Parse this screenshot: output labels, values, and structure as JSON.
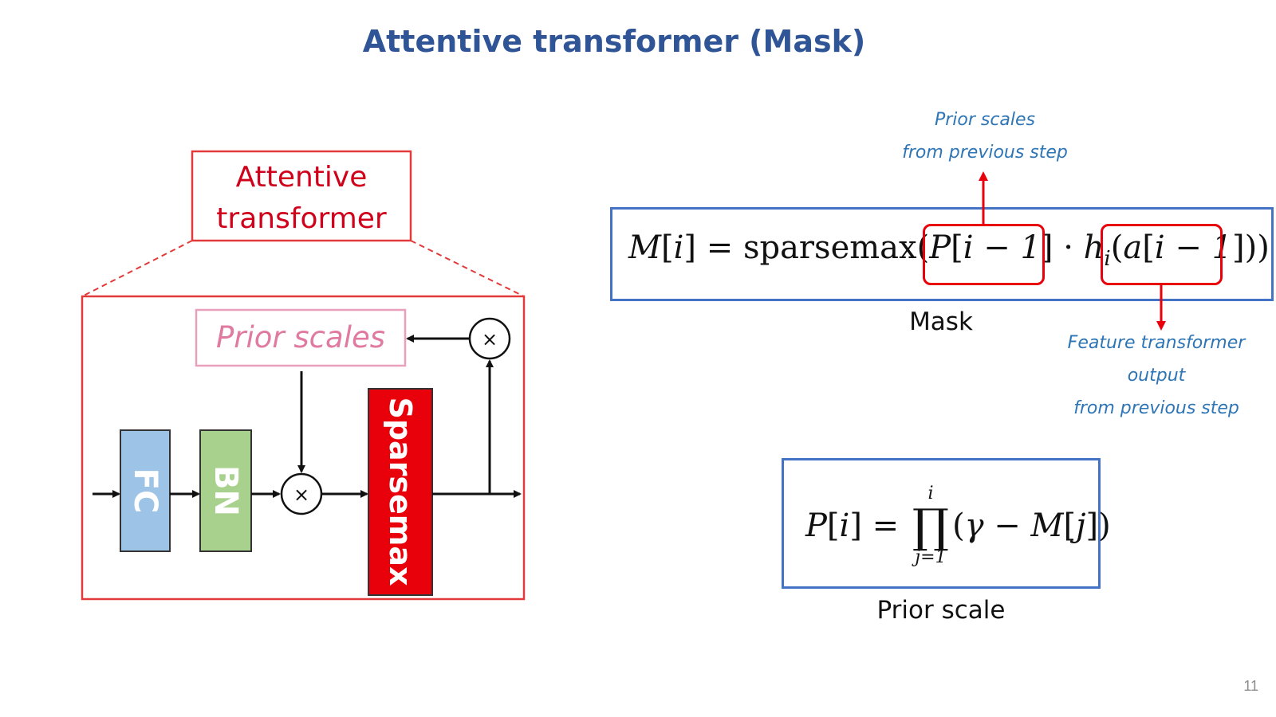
{
  "slide": {
    "title": "Attentive transformer (Mask)",
    "page_number": "11"
  },
  "diagram": {
    "block_title": [
      "Attentive",
      "transformer"
    ],
    "prior_scales_label": "Prior scales",
    "fc_label": "FC",
    "bn_label": "BN",
    "sparsemax_label": "Sparsemax",
    "multiply_symbol": "×"
  },
  "mask_equation": {
    "lhs": "M",
    "index": "i",
    "function_name": "sparsemax",
    "prior_term": "P",
    "prior_index": "i − 1",
    "feature_fn": "h",
    "feature_sub": "i",
    "feature_arg": "a",
    "feature_index": "i − 1",
    "caption": "Mask"
  },
  "prior_equation": {
    "lhs": "P",
    "index": "i",
    "product_symbol": "∏",
    "upper_limit": "i",
    "lower_limit": "j=1",
    "gamma": "γ",
    "mask_term": "M",
    "mask_index": "j",
    "caption": "Prior scale"
  },
  "annotations": {
    "prior_scales_note": [
      "Prior scales",
      "from previous step"
    ],
    "feature_note": [
      "Feature transformer output",
      "from previous step"
    ]
  },
  "colors": {
    "title": "#2f5597",
    "red": "#e8000b",
    "fc": "#9dc3e6",
    "bn": "#a9d18e",
    "sparsemax": "#e8000b",
    "prior_text": "#e07aa0",
    "equation_border": "#4472c4",
    "note_text": "#2e75b6"
  }
}
